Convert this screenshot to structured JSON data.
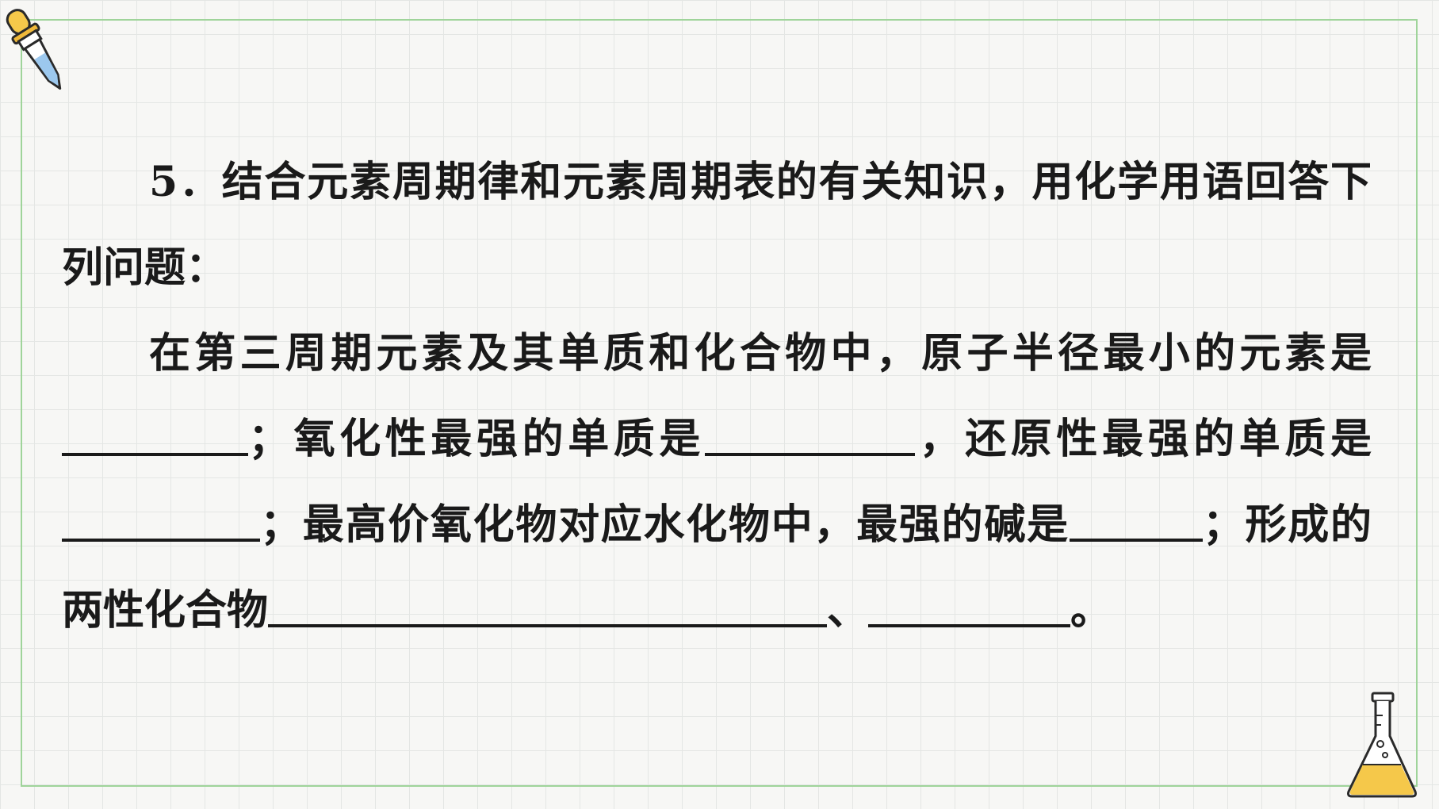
{
  "question": {
    "number": "5．",
    "intro": "结合元素周期律和元素周期表的有关知识，用化学用语回答下列问题：",
    "seg1": "在第三周期元素及其单质和化合物中，原子半径最小的元素是",
    "seg2": "；氧化性最强的单质是",
    "seg3": "，还原性最强的单质是",
    "seg4": "；最高价氧化物对应水化物中，最强的碱是",
    "seg5": "；形成的两性化合物",
    "seg6": "、",
    "seg7": "。"
  },
  "colors": {
    "frame": "#9fd49a",
    "grid": "#e4e6e4",
    "background": "#f7f7f5",
    "flask_liquid": "#f5c84a",
    "dropper_tip": "#f0c04a"
  },
  "icons": {
    "top_left": "dropper-icon",
    "bottom_right": "flask-icon"
  }
}
